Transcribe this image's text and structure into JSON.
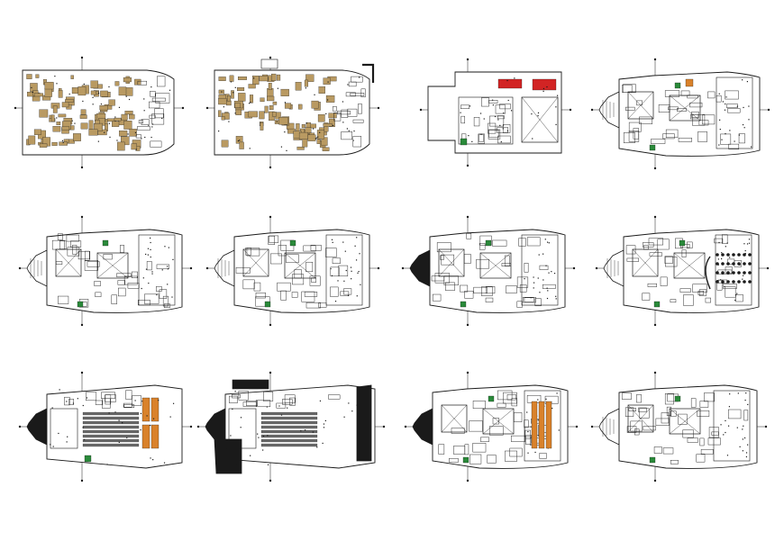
{
  "sheet": {
    "kind": "architectural floor plan drawing sheet",
    "grid": {
      "rows": 3,
      "columns": 4
    },
    "colors": {
      "background": "#ffffff",
      "linework": "#1a1a1a",
      "furniture_fill": "#b99a62",
      "accent_red": "#d22424",
      "accent_orange": "#d9822b",
      "accent_green": "#2a8a3a"
    }
  },
  "plans": [
    {
      "id": "r1c1",
      "variant": "parking-dense",
      "accents": [
        "furniture"
      ]
    },
    {
      "id": "r1c2",
      "variant": "parking-ramp",
      "accents": [
        "furniture"
      ]
    },
    {
      "id": "r1c3",
      "variant": "ground-entrance",
      "accents": [
        "red",
        "green"
      ]
    },
    {
      "id": "r1c4",
      "variant": "domed-upper",
      "accents": [
        "orange",
        "green"
      ]
    },
    {
      "id": "r2c1",
      "variant": "domed-typical",
      "accents": [
        "green"
      ]
    },
    {
      "id": "r2c2",
      "variant": "domed-typical",
      "accents": [
        "green"
      ]
    },
    {
      "id": "r2c3",
      "variant": "domed-solid-dome",
      "accents": [
        "green"
      ]
    },
    {
      "id": "r2c4",
      "variant": "domed-seating",
      "accents": [
        "green"
      ]
    },
    {
      "id": "r3c1",
      "variant": "auditorium-orange",
      "accents": [
        "orange",
        "green"
      ]
    },
    {
      "id": "r3c2",
      "variant": "auditorium-black",
      "accents": []
    },
    {
      "id": "r3c3",
      "variant": "domed-orange-hall",
      "accents": [
        "orange",
        "green"
      ]
    },
    {
      "id": "r3c4",
      "variant": "domed-plain",
      "accents": [
        "green"
      ]
    }
  ]
}
